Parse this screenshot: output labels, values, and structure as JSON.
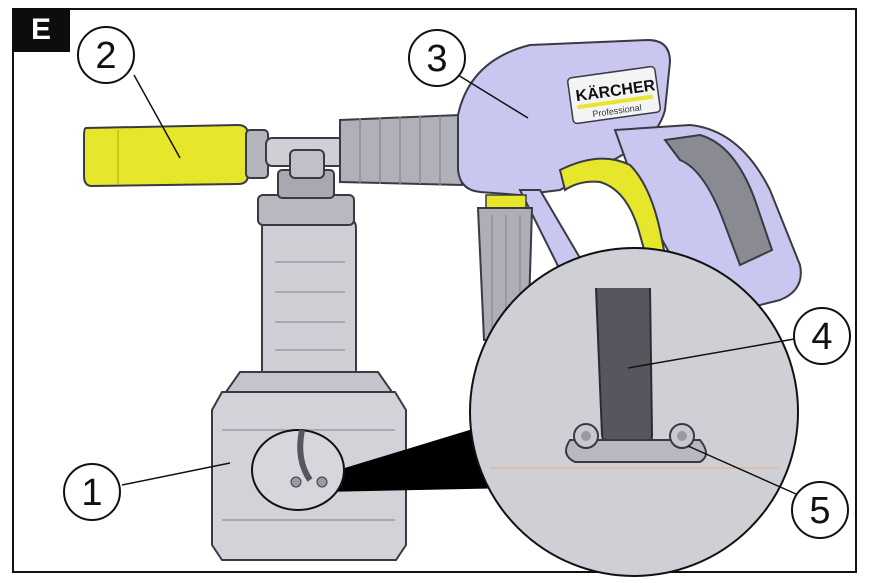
{
  "figure": {
    "label": "E"
  },
  "brand": {
    "name": "KÄRCHER",
    "sub": "Professional"
  },
  "callouts": [
    {
      "number": "1",
      "part": "bottle"
    },
    {
      "number": "2",
      "part": "yellow nozzle"
    },
    {
      "number": "3",
      "part": "trigger gun"
    },
    {
      "number": "4",
      "part": "suction hose"
    },
    {
      "number": "5",
      "part": "hose connector"
    }
  ],
  "colors": {
    "gun": "#c9c6f0",
    "accent_yellow": "#e6e62a",
    "bottle": "#cfcfd6",
    "outline": "#3a3a44",
    "grip": "#8a8a92"
  }
}
